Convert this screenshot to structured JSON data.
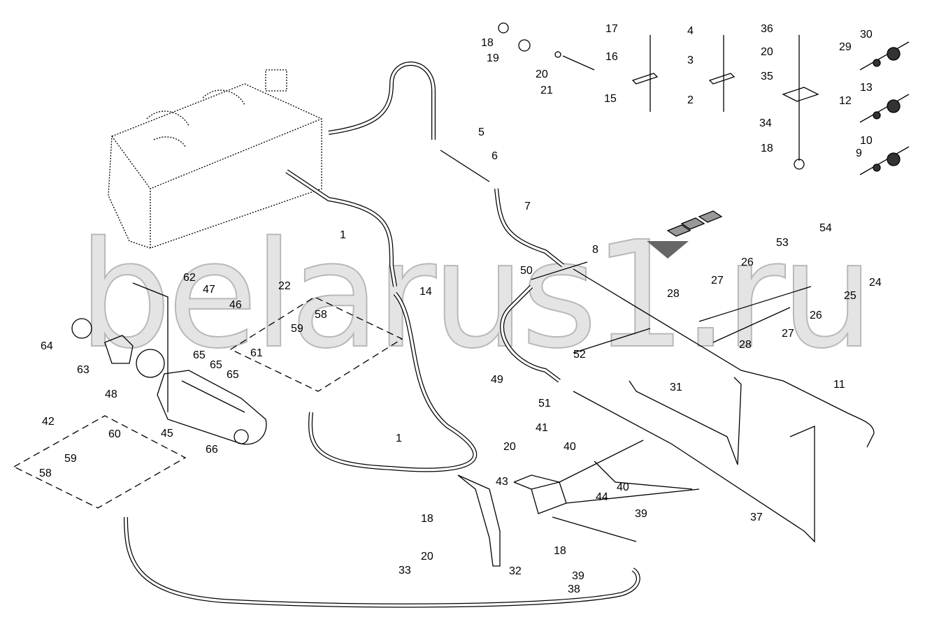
{
  "watermark": "belarus1.ru",
  "callouts": [
    "18",
    "19",
    "20",
    "21",
    "17",
    "16",
    "15",
    "4",
    "3",
    "2",
    "36",
    "20",
    "35",
    "34",
    "18",
    "30",
    "29",
    "13",
    "12",
    "10",
    "9",
    "5",
    "6",
    "7",
    "8",
    "1",
    "14",
    "54",
    "53",
    "26",
    "27",
    "28",
    "24",
    "25",
    "26",
    "27",
    "28",
    "50",
    "52",
    "49",
    "51",
    "31",
    "11",
    "37",
    "22",
    "58",
    "59",
    "61",
    "62",
    "47",
    "46",
    "64",
    "63",
    "48",
    "65",
    "65",
    "65",
    "45",
    "66",
    "42",
    "60",
    "59",
    "58",
    "1",
    "41",
    "20",
    "40",
    "40",
    "43",
    "44",
    "39",
    "18",
    "18",
    "39",
    "20",
    "33",
    "32",
    "38"
  ]
}
